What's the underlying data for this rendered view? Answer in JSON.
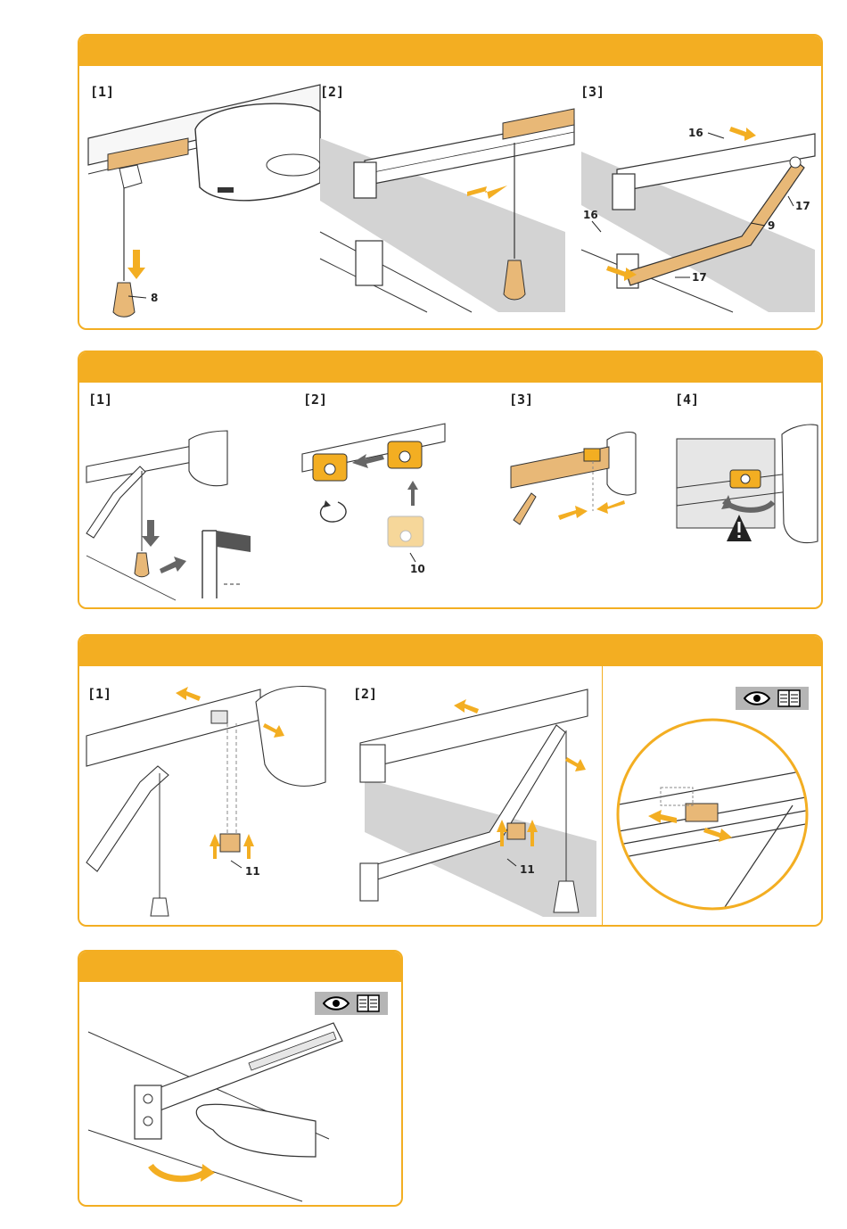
{
  "colors": {
    "accent": "#f3ae22",
    "part": "#e8b877",
    "dark": "#222222",
    "gray": "#b5b5b5"
  },
  "panel1": {
    "steps": [
      "[1]",
      "[2]",
      "[3]"
    ],
    "callouts": {
      "c8": "8",
      "c16a": "16",
      "c16b": "16",
      "c17a": "17",
      "c17b": "17",
      "c9": "9"
    }
  },
  "panel2": {
    "steps": [
      "[1]",
      "[2]",
      "[3]",
      "[4]"
    ],
    "callouts": {
      "c10": "10"
    }
  },
  "panel3": {
    "steps": [
      "[1]",
      "[2]"
    ],
    "callouts": {
      "c11a": "11",
      "c11b": "11"
    }
  },
  "icons": [
    "eye-icon",
    "manual-book-icon",
    "warning-icon",
    "rotate-arrow-icon",
    "arrow-icon"
  ]
}
